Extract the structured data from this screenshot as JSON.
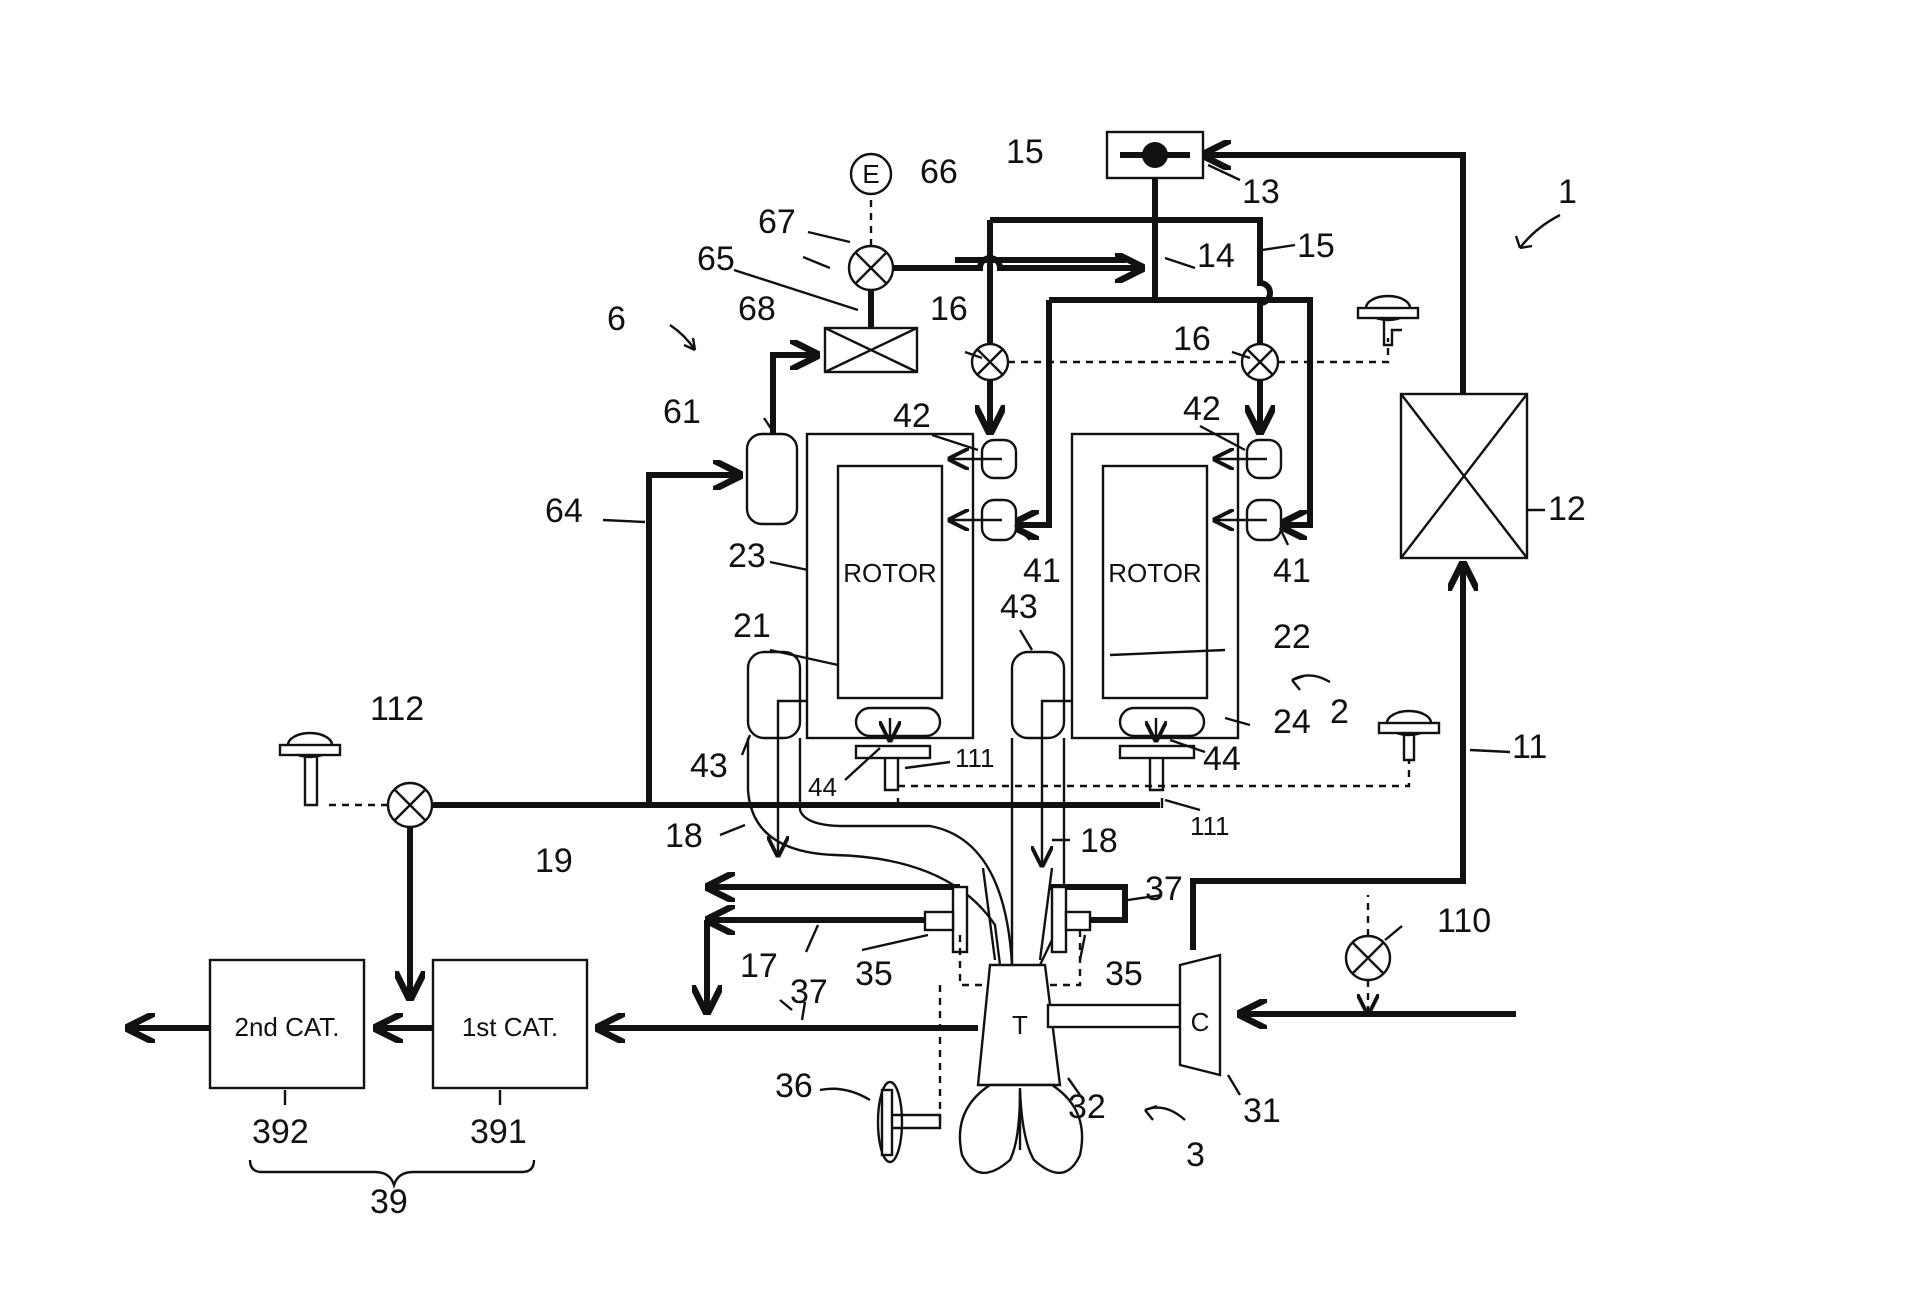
{
  "figure": {
    "labels": {
      "rotor_left": "ROTOR",
      "rotor_right": "ROTOR",
      "cat_second": "2nd CAT.",
      "cat_first": "1st CAT.",
      "turbine": "T",
      "compressor": "C",
      "electric": "E"
    },
    "refs": {
      "r1": "1",
      "r2": "2",
      "r3": "3",
      "r6": "6",
      "r11": "11",
      "r12": "12",
      "r13": "13",
      "r14": "14",
      "r15a": "15",
      "r15b": "15",
      "r16a": "16",
      "r16b": "16",
      "r17": "17",
      "r18a": "18",
      "r18b": "18",
      "r19": "19",
      "r21": "21",
      "r22": "22",
      "r23": "23",
      "r24": "24",
      "r31": "31",
      "r32": "32",
      "r35a": "35",
      "r35b": "35",
      "r36": "36",
      "r37a": "37",
      "r37b": "37",
      "r39": "39",
      "r41a": "41",
      "r41b": "41",
      "r42a": "42",
      "r42b": "42",
      "r43a": "43",
      "r43b": "43",
      "r44a": "44",
      "r44b": "44",
      "r61": "61",
      "r64": "64",
      "r65": "65",
      "r66": "66",
      "r67": "67",
      "r68": "68",
      "r110": "110",
      "r111a": "111",
      "r111b": "111",
      "r112": "112",
      "r391": "391",
      "r392": "392"
    }
  }
}
